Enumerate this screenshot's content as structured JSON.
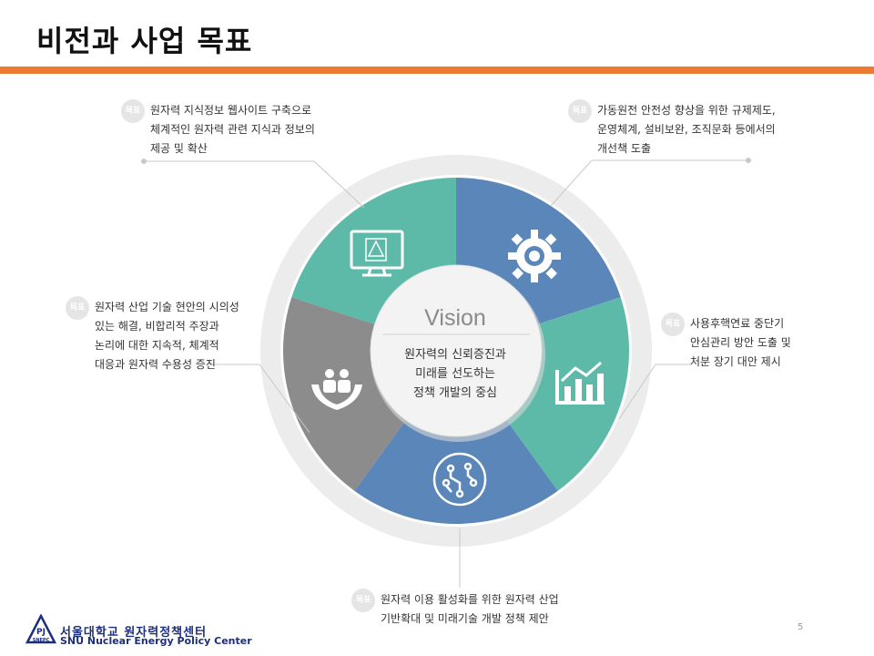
{
  "slide": {
    "title": "비전과 사업 목표",
    "page_number": "5"
  },
  "colors": {
    "accent": "#ec7a31",
    "teal": "#5dbaa9",
    "blue": "#5a86b9",
    "gray": "#8c8c8c",
    "ring": "#ececec"
  },
  "center": {
    "heading": "Vision",
    "lines": [
      "원자력의 신뢰증진과",
      "미래를 선도하는",
      "정책 개발의 중심"
    ]
  },
  "goals": [
    {
      "badge": "목표",
      "lines": [
        "원자력 지식정보 웹사이트 구축으로",
        "체계적인 원자력 관련 지식과 정보의",
        "제공 및 확산"
      ]
    },
    {
      "badge": "목표",
      "lines": [
        "가동원전 안전성 향상을 위한 규제제도,",
        "운영체계, 설비보완, 조직문화 등에서의",
        "개선책 도출"
      ]
    },
    {
      "badge": "목표",
      "lines": [
        "원자력 산업 기술 현안의 시의성",
        "있는 해결, 비합리적 주장과",
        "논리에 대한 지속적, 체계적",
        "대응과 원자력 수용성 증진"
      ]
    },
    {
      "badge": "목표",
      "lines": [
        "사용후핵연료 중단기",
        "안심관리 방안 도출 및",
        "처분 장기 대안 제시"
      ]
    },
    {
      "badge": "목표",
      "lines": [
        "원자력 이용 활성화를 위한 원자력 산업",
        "기반확대 및 미래기술 개발 정책 제안"
      ]
    }
  ],
  "icons": [
    "monitor-logo-icon",
    "gear-icon",
    "growth-chart-icon",
    "circuit-icon",
    "caring-hands-icon"
  ],
  "footer": {
    "logo_text": "SNEPC",
    "korean": "서울대학교 원자력정책센터",
    "english": "SNU Nuclear Energy Policy Center"
  }
}
